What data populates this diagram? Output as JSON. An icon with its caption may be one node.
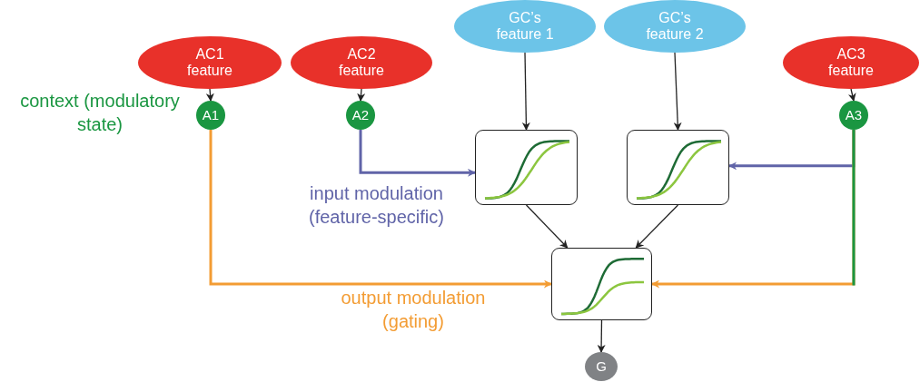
{
  "diagram": {
    "nodes": [
      {
        "text": [
          "AC1 feature"
        ]
      },
      {
        "text": [
          "AC2 feature"
        ]
      },
      {
        "text": [
          "GC’s feature 1"
        ]
      },
      {
        "text": [
          "GC’s feature 2"
        ]
      },
      {
        "text": [
          "AC3 feature"
        ]
      },
      {
        "text": [
          "A1"
        ]
      },
      {
        "text": [
          "A2"
        ]
      },
      {
        "text": [
          "A3"
        ]
      },
      {
        "text": [],
        "shape": "box"
      },
      {
        "text": [],
        "shape": "box"
      },
      {
        "text": [],
        "shape": "box"
      },
      {
        "text": [
          "G"
        ]
      }
    ],
    "edges": [
      {
        "from": 0,
        "to": 5,
        "arrow": "to"
      },
      {
        "from": 1,
        "to": 6,
        "arrow": "to"
      },
      {
        "from": 4,
        "to": 7,
        "arrow": "to"
      },
      {
        "from": 2,
        "to": 8,
        "arrow": "to"
      },
      {
        "from": 3,
        "to": 9,
        "arrow": "to"
      },
      {
        "from": 6,
        "to": 8,
        "arrow": "to",
        "style": "thick",
        "color": "#6064a8"
      },
      {
        "from": 7,
        "to": 9,
        "arrow": "to",
        "style": "thick",
        "color": "#6064a8"
      },
      {
        "from": 7,
        "to": 10,
        "arrow": "to",
        "style": "thick",
        "color": "#f39c33"
      },
      {
        "from": 5,
        "to": 10,
        "arrow": "to",
        "style": "thick",
        "color": "#f39c33"
      },
      {
        "from": 8,
        "to": 10,
        "arrow": "to"
      },
      {
        "from": 9,
        "to": 10,
        "arrow": "to"
      },
      {
        "from": 10,
        "to": 11,
        "arrow": "to"
      }
    ],
    "labels": [
      "context (modulatory state)",
      "input modulation (feature-specific)",
      "output modulation (gating)"
    ]
  }
}
